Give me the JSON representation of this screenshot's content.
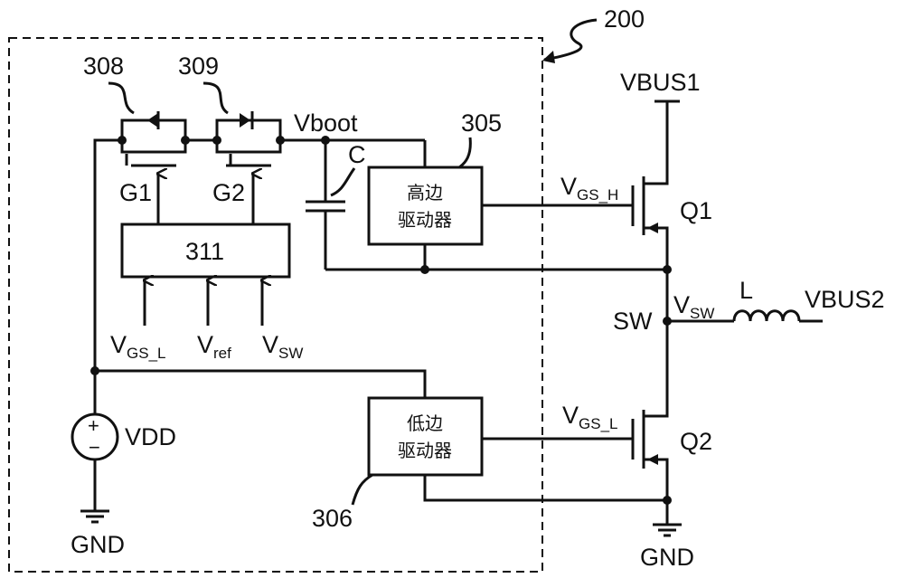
{
  "figure_number": "200",
  "blocks": {
    "high_driver": {
      "ref": "305",
      "line1": "高边",
      "line2": "驱动器"
    },
    "low_driver": {
      "ref": "306",
      "line1": "低边",
      "line2": "驱动器"
    },
    "controller": {
      "ref": "311"
    }
  },
  "switches": {
    "s308": "308",
    "s309": "309",
    "g1": "G1",
    "g2": "G2"
  },
  "nodes": {
    "vboot": "Vboot",
    "cap": "C",
    "vbus1": "VBUS1",
    "vbus2": "VBUS2",
    "sw": "SW",
    "inductor": "L",
    "vsw_main": "V",
    "vsw_sub": "SW",
    "gnd_left": "GND",
    "gnd_right": "GND",
    "vdd": "VDD"
  },
  "inputs": [
    {
      "main": "V",
      "sub": "GS_L"
    },
    {
      "main": "V",
      "sub": "ref"
    },
    {
      "main": "V",
      "sub": "SW"
    }
  ],
  "transistors": {
    "q1": {
      "name": "Q1",
      "gate_main": "V",
      "gate_sub": "GS_H"
    },
    "q2": {
      "name": "Q2",
      "gate_main": "V",
      "gate_sub": "GS_L"
    }
  },
  "source_signs": {
    "plus": "+",
    "minus": "−"
  }
}
